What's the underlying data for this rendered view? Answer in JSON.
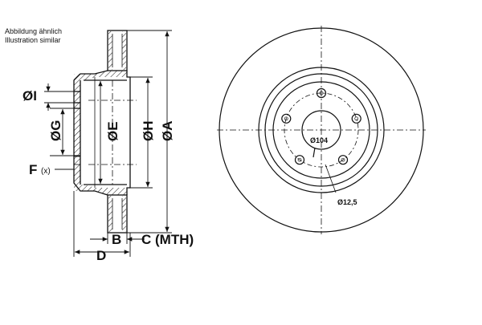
{
  "notes": {
    "line1": "Abbildung ähnlich",
    "line2": "Illustration similar"
  },
  "side_view": {
    "labels": {
      "i": "ØI",
      "g": "ØG",
      "e": "ØE",
      "h": "ØH",
      "a": "ØA",
      "f": "F",
      "f_suffix": "(x)",
      "b": "B",
      "c": "C (MTH)",
      "d": "D"
    }
  },
  "front_view": {
    "labels": {
      "pcd": "Ø104",
      "hole": "Ø12,5"
    },
    "bolt_holes": 5
  }
}
